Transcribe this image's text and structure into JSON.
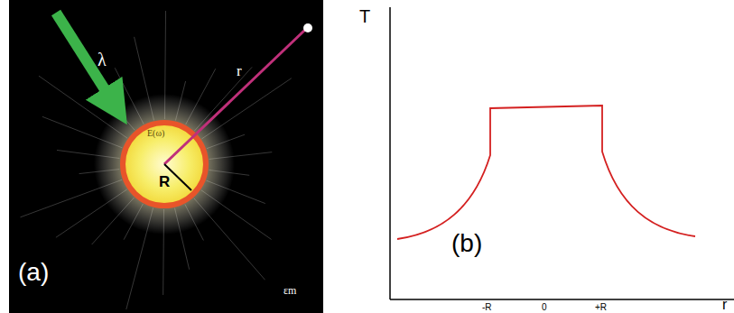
{
  "diagram": {
    "labels": [
      "λ",
      "r",
      "E(ω)",
      "R",
      "(a)",
      "εm",
      "T",
      "(b)",
      "-R",
      "0",
      "+R",
      "r"
    ]
  }
}
